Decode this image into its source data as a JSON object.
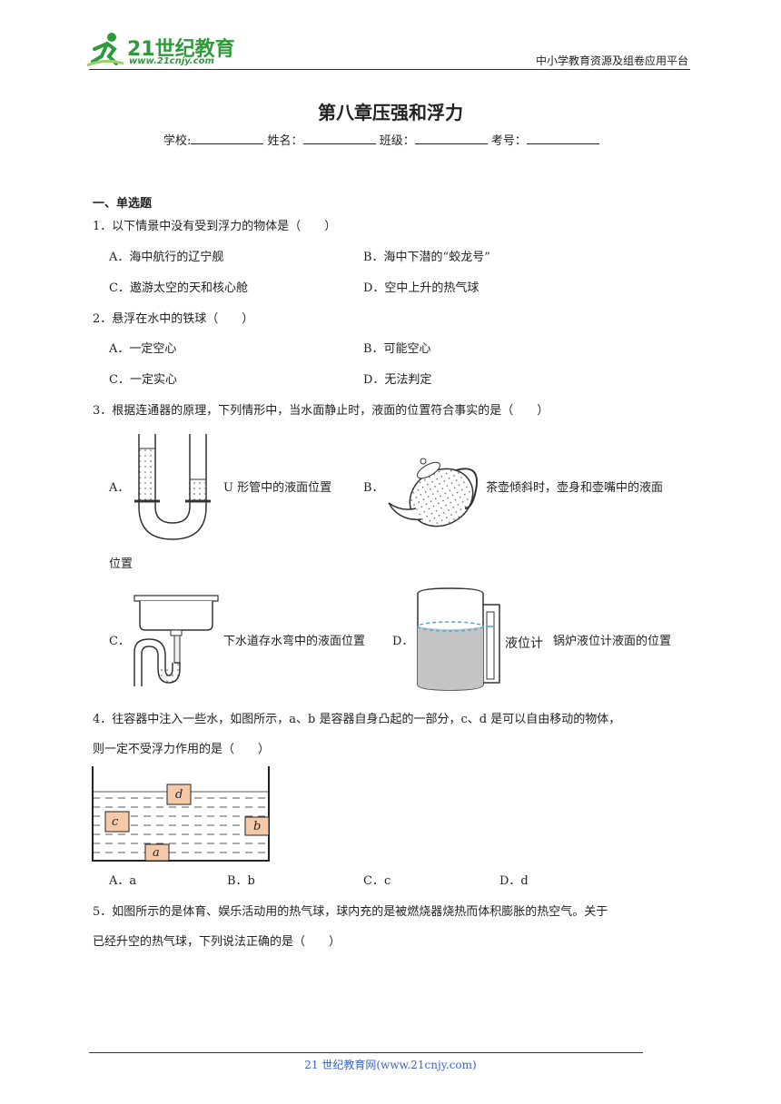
{
  "header": {
    "logo_main": "21世纪教育",
    "logo_url": "www.21cnjy.com",
    "platform": "中小学教育资源及组卷应用平台"
  },
  "doc": {
    "title": "第八章压强和浮力",
    "info_school": "学校:",
    "info_name": "姓名：",
    "info_class": "班级：",
    "info_exam": "考号："
  },
  "section1": "一、单选题",
  "q1": {
    "stem": "1．以下情景中没有受到浮力的物体是（　　）",
    "A": "A．海中航行的辽宁舰",
    "B": "B．海中下潜的“蛟龙号”",
    "C": "C．遨游太空的天和核心舱",
    "D": "D．空中上升的热气球"
  },
  "q2": {
    "stem": "2．悬浮在水中的铁球（　　）",
    "A": "A．一定空心",
    "B": "B．可能空心",
    "C": "C．一定实心",
    "D": "D．无法判定"
  },
  "q3": {
    "stem": "3．根据连通器的原理，下列情形中，当水面静止时，液面的位置符合事实的是（　　）",
    "A_letter": "A．",
    "A_text": "U 形管中的液面位置",
    "B_letter": "B．",
    "B_text": "茶壶倾斜时，壶身和壶嘴中的液面",
    "B_cont": "位置",
    "C_letter": "C．",
    "C_text": "下水道存水弯中的液面位置",
    "D_letter": "D．",
    "D_label": "液位计",
    "D_text": "锅炉液位计液面的位置"
  },
  "q4": {
    "stem1": "4．往容器中注入一些水，如图所示，a、b 是容器自身凸起的一部分，c、d 是可以自由移动的物体，",
    "stem2": "则一定不受浮力作用的是（　　）",
    "labels": {
      "a": "a",
      "b": "b",
      "c": "c",
      "d": "d"
    },
    "A": "A．a",
    "B": "B．b",
    "C": "C．c",
    "D": "D．d"
  },
  "q5": {
    "stem1": "5．如图所示的是体育、娱乐活动用的热气球，球内充的是被燃烧器烧热而体积膨胀的热空气。关于",
    "stem2": "已经升空的热气球，下列说法正确的是（　　）"
  },
  "footer": "21 世纪教育网(www.21cnjy.com)",
  "colors": {
    "logo_green": "#2f9a3c",
    "block_orange": "#f5c9a8",
    "water_blue": "#4aa9dd",
    "footer_blue": "#3a66c4"
  }
}
